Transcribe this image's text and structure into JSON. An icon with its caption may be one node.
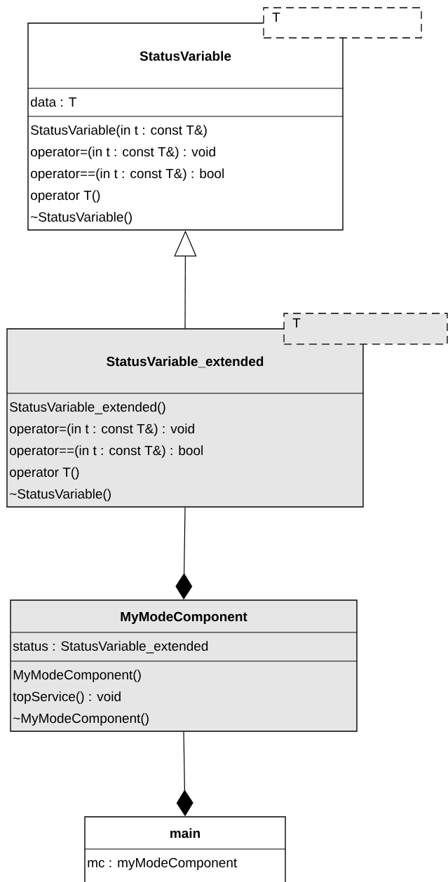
{
  "diagram": {
    "nodes": [
      {
        "text": [
          "StatusVariable",
          "data : T",
          "StatusVariable(in t : const T&)",
          "operator=(in t : const T&) : void",
          "operator==(in t : const T&) : bool",
          "operator T()",
          "~StatusVariable()"
        ]
      },
      {
        "text": [
          "T"
        ]
      },
      {
        "text": [
          "StatusVariable_extended",
          "StatusVariable_extended()",
          "operator=(in t : const T&) : void",
          "operator==(in t : const T&) : bool",
          "operator T()",
          "~StatusVariable()"
        ]
      },
      {
        "text": [
          "T"
        ]
      },
      {
        "text": [
          "MyModeComponent",
          "status : StatusVariable_extended",
          "MyModeComponent()",
          "topService() : void",
          "~MyModeComponent()"
        ]
      },
      {
        "text": [
          "main",
          "mc : myModeComponent"
        ]
      }
    ],
    "edges": [
      {
        "from": 2,
        "to": 0,
        "arrow": "to"
      },
      {
        "from": 2,
        "to": 4,
        "arrow": "other"
      },
      {
        "from": 4,
        "to": 5,
        "arrow": "other"
      }
    ]
  }
}
